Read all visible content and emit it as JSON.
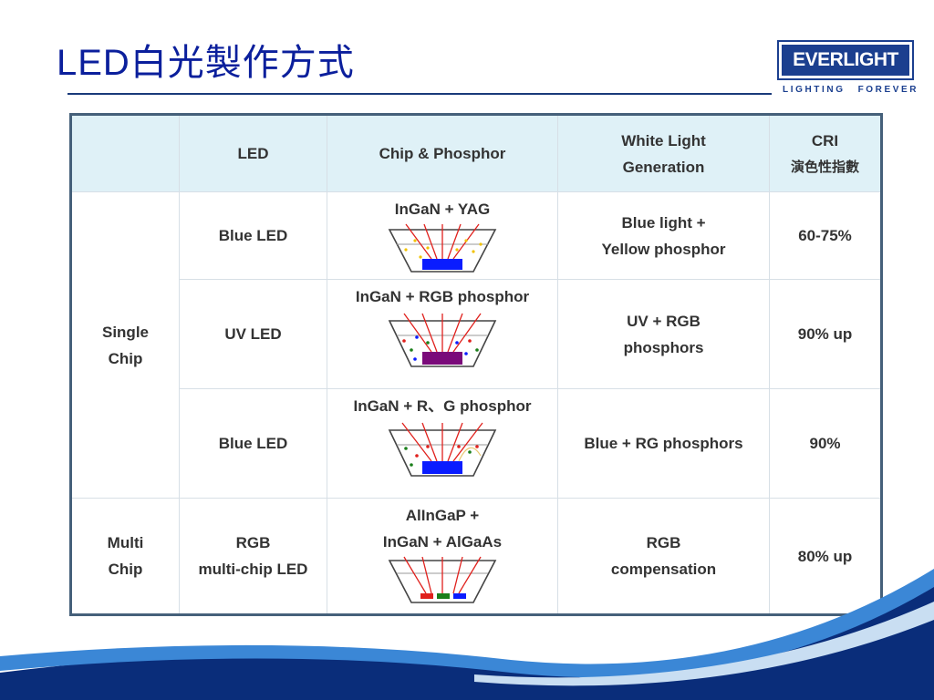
{
  "slide": {
    "title": "LED白光製作方式",
    "logo_text": "EVERLIGHT",
    "tagline_left": "LIGHTING",
    "tagline_right": "FOREVER"
  },
  "table": {
    "headers": {
      "blank": "",
      "led": "LED",
      "chip": "Chip & Phosphor",
      "white_line1": "White Light",
      "white_line2": "Generation",
      "cri": "CRI",
      "cri_cn": "演色性指數"
    },
    "groups": {
      "single_line1": "Single",
      "single_line2": "Chip",
      "multi_line1": "Multi",
      "multi_line2": "Chip"
    },
    "rows": [
      {
        "led": "Blue LED",
        "chip": "InGaN + YAG",
        "white_line1": "Blue light +",
        "white_line2": "Yellow phosphor",
        "cri": "60-75%"
      },
      {
        "led": "UV LED",
        "chip": "InGaN + RGB phosphor",
        "white_line1": "UV + RGB",
        "white_line2": "phosphors",
        "cri": "90% up"
      },
      {
        "led": "Blue LED",
        "chip": "InGaN + R、G phosphor",
        "white_line1": "Blue + RG phosphors",
        "white_line2": "",
        "cri": "90%"
      },
      {
        "led_line1": "RGB",
        "led_line2": "multi-chip LED",
        "chip_line1": "AlInGaP +",
        "chip_line2": "InGaN + AlGaAs",
        "white_line1": "RGB",
        "white_line2": "compensation",
        "cri": "80% up"
      }
    ]
  },
  "colors": {
    "title": "#0b1f9c",
    "header_fill": "#dff1f7",
    "border": "#45607a",
    "blue_chip": "#0a1cff",
    "uv_chip": "#7a0a7a",
    "arrow_red": "#e0201c"
  },
  "icons": {
    "cup_blue_yag": "led-package-blue-chip-yellow-phosphor",
    "cup_uv_rgb": "led-package-uv-chip-rgb-phosphor",
    "cup_blue_rg": "led-package-blue-chip-rg-phosphor",
    "cup_rgb_multi": "led-package-rgb-multichip"
  }
}
